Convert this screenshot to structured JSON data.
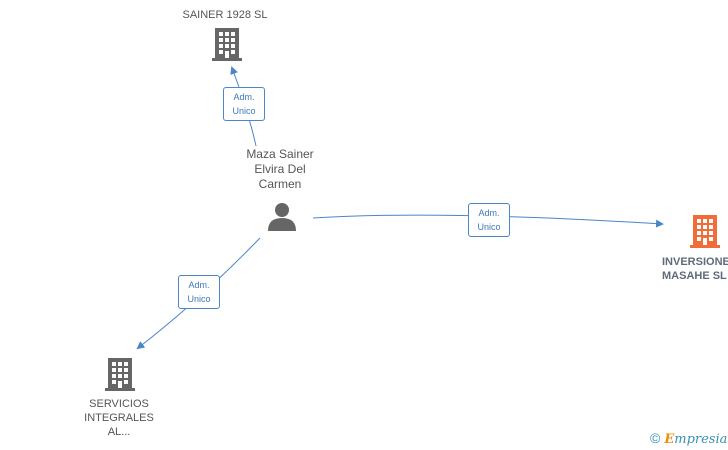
{
  "nodes": {
    "sainer": {
      "label": "SAINER 1928  SL",
      "icon": "building-icon",
      "color": "#666666"
    },
    "person": {
      "label": "Maza Sainer\nElvira Del\nCarmen",
      "icon": "person-icon",
      "color": "#666666"
    },
    "inversiones": {
      "label": "INVERSIONES\nMASAHE  SL",
      "icon": "building-icon",
      "color": "#f26c3a"
    },
    "servicios": {
      "label": "SERVICIOS\nINTEGRALES\nAL...",
      "icon": "building-icon",
      "color": "#666666"
    }
  },
  "edges": {
    "to_sainer": "Adm.\nUnico",
    "to_inversiones": "Adm.\nUnico",
    "to_servicios": "Adm.\nUnico"
  },
  "colors": {
    "edge": "#4a86c8",
    "main_company": "#f26c3a",
    "company": "#666666"
  },
  "watermark": {
    "copyright": "©",
    "brand_initial": "E",
    "brand_rest": "mpresia"
  }
}
